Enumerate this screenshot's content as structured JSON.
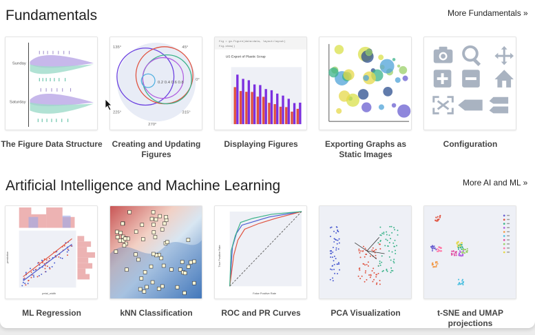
{
  "sections": [
    {
      "title": "Fundamentals",
      "more": "More Fundamentals »",
      "cards": [
        {
          "caption": "The Figure Data Structure",
          "thumb": "violin"
        },
        {
          "caption": "Creating and Updating Figures",
          "thumb": "polar"
        },
        {
          "caption": "Displaying Figures",
          "thumb": "bars"
        },
        {
          "caption": "Exporting Graphs as Static Images",
          "thumb": "bubbles"
        },
        {
          "caption": "Configuration",
          "thumb": "modebar"
        }
      ]
    },
    {
      "title": "Artificial Intelligence and Machine Learning",
      "more": "More AI and ML »",
      "cards": [
        {
          "caption": "ML Regression",
          "thumb": "regression"
        },
        {
          "caption": "kNN Classification",
          "thumb": "knn"
        },
        {
          "caption": "ROC and PR Curves",
          "thumb": "roc"
        },
        {
          "caption": "PCA Visualization",
          "thumb": "pca"
        },
        {
          "caption": "t-SNE and UMAP projections",
          "thumb": "tsne"
        }
      ]
    }
  ],
  "thumbs": {
    "violin": {
      "labels": [
        "Sunday",
        "Saturday"
      ]
    },
    "polar": {
      "labels": [
        "135°",
        "45°",
        "0°",
        "225°",
        "270°",
        "315°",
        "0.2  0.4  0.6  0.8"
      ]
    },
    "bars": {
      "title": "US Export of Plastic Scrap",
      "header": "fig = go.Figure(data=data, layout=layout)",
      "header2": "fig.show()"
    },
    "modebar": {
      "icons": [
        "camera-icon",
        "zoom-icon",
        "pan-icon",
        "zoom-in-icon",
        "zoom-out-icon",
        "home-icon",
        "autoscale-icon",
        "hover-closest-icon",
        "hover-compare-icon"
      ]
    },
    "regression": {
      "ylabel": "prediction",
      "xlabel": "petal_width"
    },
    "roc": {
      "ylabel": "True Positive Rate",
      "xlabel": "False Positive Rate"
    }
  },
  "colors": {
    "accent": "#7b2fe0",
    "bar_red": "#e0523f"
  }
}
